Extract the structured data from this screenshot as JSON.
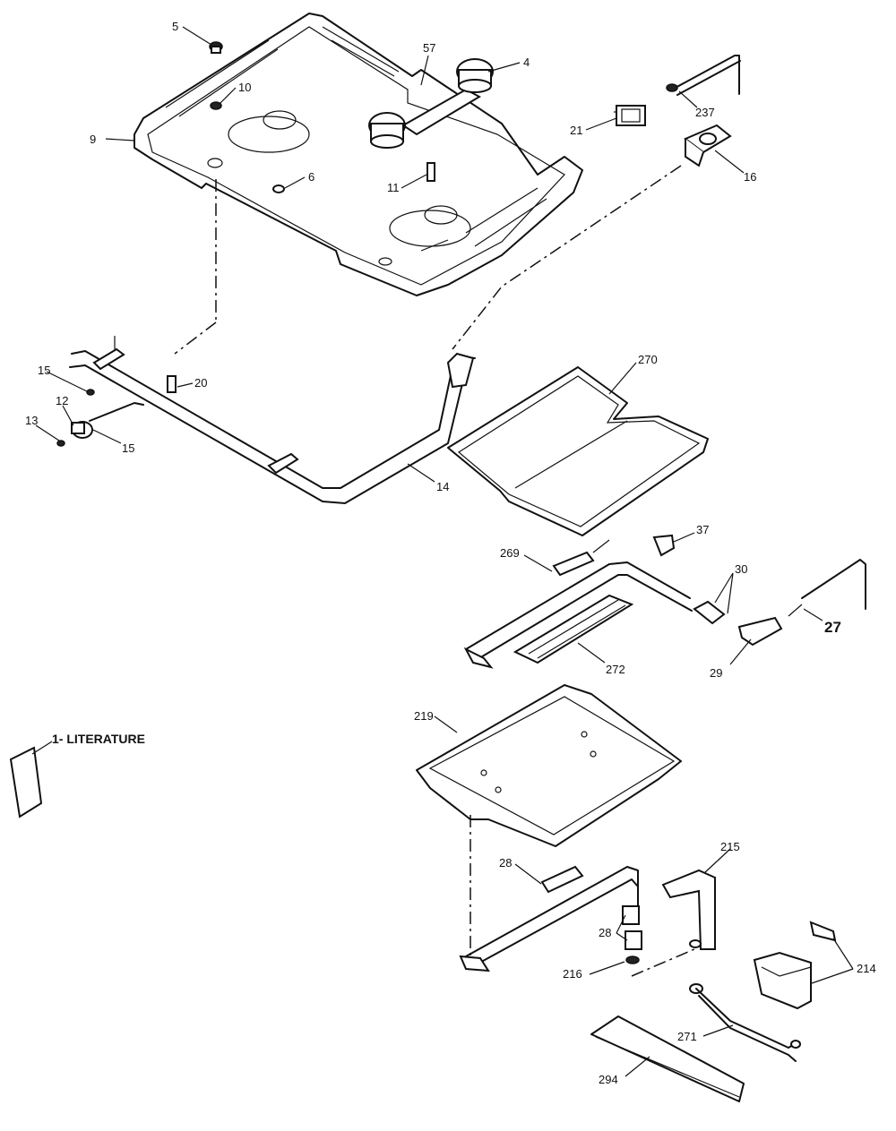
{
  "callouts": {
    "p5": "5",
    "p57": "57",
    "p4": "4",
    "p10": "10",
    "p9": "9",
    "p6": "6",
    "p11": "11",
    "p21": "21",
    "p237": "237",
    "p16": "16",
    "p20": "20",
    "p15a": "15",
    "p12": "12",
    "p13": "13",
    "p15b": "15",
    "p14": "14",
    "p270": "270",
    "p37": "37",
    "p269": "269",
    "p30": "30",
    "p27": "27",
    "p272": "272",
    "p29": "29",
    "p219": "219",
    "p28a": "28",
    "p215": "215",
    "p28b": "28",
    "p216": "216",
    "p214": "214",
    "p271": "271",
    "p294": "294"
  },
  "literature": {
    "label": "1- LITERATURE"
  }
}
